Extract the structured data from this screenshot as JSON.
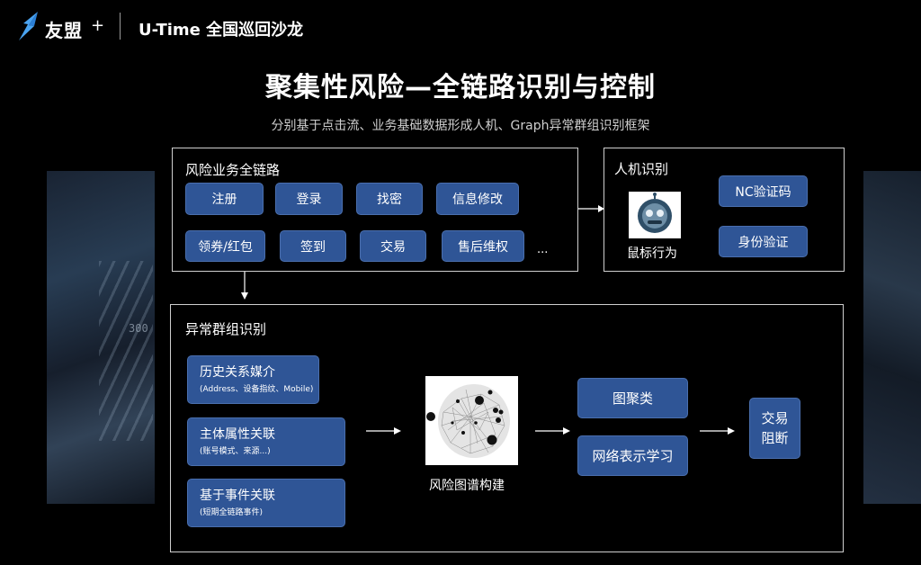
{
  "header": {
    "brand": "友盟",
    "brand_plus": "+",
    "event": "U-Time 全国巡回沙龙"
  },
  "title": "聚集性风险—全链路识别与控制",
  "subtitle": "分别基于点击流、业务基础数据形成人机、Graph异常群组识别框架",
  "decor": {
    "bg_number": "300"
  },
  "chain_panel": {
    "title": "风险业务全链路",
    "row1": [
      "注册",
      "登录",
      "找密",
      "信息修改"
    ],
    "row2": [
      "领券/红包",
      "签到",
      "交易",
      "售后维权"
    ],
    "more": "..."
  },
  "human_panel": {
    "title": "人机识别",
    "behavior_label": "鼠标行为",
    "buttons": [
      "NC验证码",
      "身份验证"
    ]
  },
  "group_panel": {
    "title": "异常群组识别",
    "sources": [
      {
        "main": "历史关系媒介",
        "sub": "(Address、设备指纹、Mobile)"
      },
      {
        "main": "主体属性关联",
        "sub": "(账号模式、来源...)"
      },
      {
        "main": "基于事件关联",
        "sub": "(短期全链路事件)"
      }
    ],
    "graph_label": "风险图谱构建",
    "methods": [
      "图聚类",
      "网络表示学习"
    ],
    "result": "交易阻断"
  },
  "colors": {
    "button_fill": "#2f5596",
    "background": "#000000",
    "panel_border": "#cfcfcf"
  }
}
